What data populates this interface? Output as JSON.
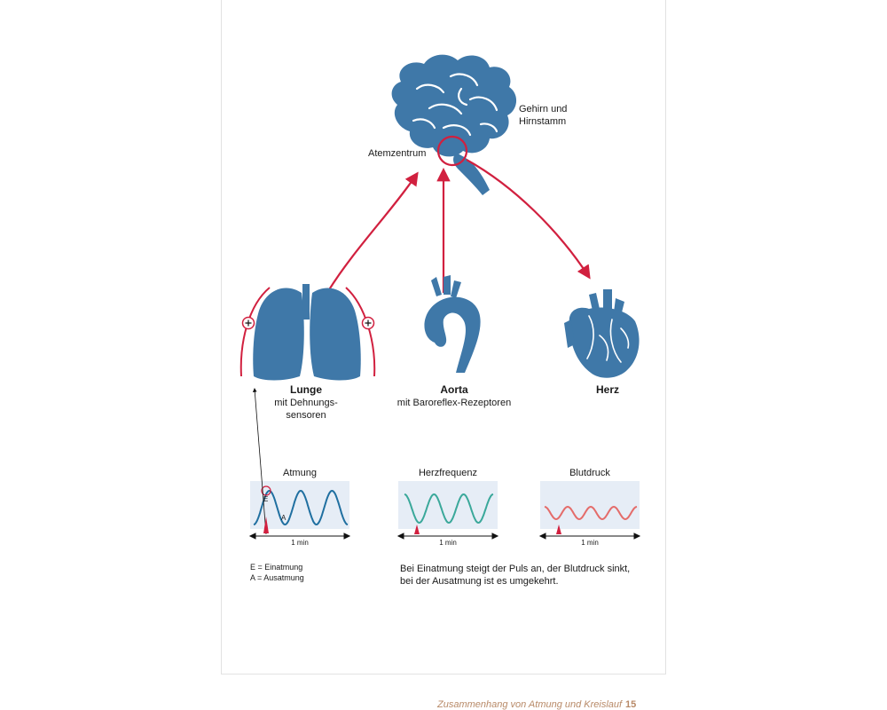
{
  "labels": {
    "brain": "Gehirn und Hirnstamm",
    "brain_line1": "Gehirn und",
    "brain_line2": "Hirnstamm",
    "resp_center": "Atemzentrum",
    "lung_title": "Lunge",
    "lung_sub1": "mit Dehnungs-",
    "lung_sub2": "sensoren",
    "aorta_title": "Aorta",
    "aorta_sub": "mit Baroreflex-Rezeptoren",
    "heart_title": "Herz"
  },
  "panels": [
    {
      "title": "Atmung",
      "axis": "1 min",
      "color": "#1f6fa0",
      "cycles": 3,
      "bg": "#e6edf6",
      "e_label": "E",
      "a_label": "A"
    },
    {
      "title": "Herzfrequenz",
      "axis": "1 min",
      "color": "#3aa89a",
      "cycles": 3,
      "bg": "#e6edf6"
    },
    {
      "title": "Blutdruck",
      "axis": "1 min",
      "color": "#e46c6a",
      "cycles": 4,
      "bg": "#e6edf6"
    }
  ],
  "legend": {
    "e": "E = Einatmung",
    "a": "A = Ausatmung"
  },
  "caption": {
    "line1": "Bei Einatmung steigt der Puls an, der Blutdruck sinkt,",
    "line2": "bei der Ausatmung ist es umgekehrt."
  },
  "footer": {
    "title": "Zusammenhang von Atmung und Kreislauf",
    "page": "15"
  },
  "colors": {
    "organ": "#3f78a8",
    "arrow": "#d1203f",
    "footer": "#b88a68"
  },
  "icons": [
    "brain-icon",
    "lungs-icon",
    "aorta-icon",
    "heart-icon",
    "plus-icon"
  ]
}
